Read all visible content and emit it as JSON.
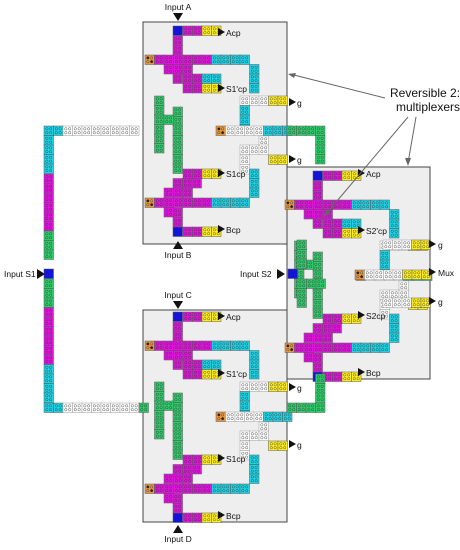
{
  "colors": {
    "cyan": "#1fd3e6",
    "magenta": "#e313e0",
    "green": "#2ecc6a",
    "yellow": "#ffee22",
    "white": "#ffffff",
    "orange": "#e9963b",
    "blue": "#1414d8",
    "panel": "#eeeeee",
    "line": "#444444"
  },
  "icons": {
    "arrow": "triangle-arrow-icon",
    "input_cell": "blue-square-icon",
    "fixed_cell": "orange-dot-cell-icon"
  },
  "labels": {
    "input_a": "Input A",
    "input_b": "Input B",
    "input_c": "Input C",
    "input_d": "Input D",
    "input_s1": "Input S1",
    "input_s2": "Input S2",
    "mux1": {
      "acp": "Acp",
      "s1p": "S1'cp",
      "g1": "g",
      "g2": "g",
      "s1cp": "S1cp",
      "bcp": "Bcp"
    },
    "mux2": {
      "acp": "Acp",
      "s1p": "S1'cp",
      "g1": "g",
      "g2": "g",
      "s1cp": "S1cp",
      "bcp": "Bcp"
    },
    "mux3": {
      "acp": "Acp",
      "s2p": "S2'cp",
      "g1": "g",
      "mux": "Mux",
      "g2": "g",
      "s2cp": "S2cp",
      "bcp": "Bcp"
    },
    "annotation_line1": "Reversible 2:1",
    "annotation_line2": "multiplexers"
  }
}
